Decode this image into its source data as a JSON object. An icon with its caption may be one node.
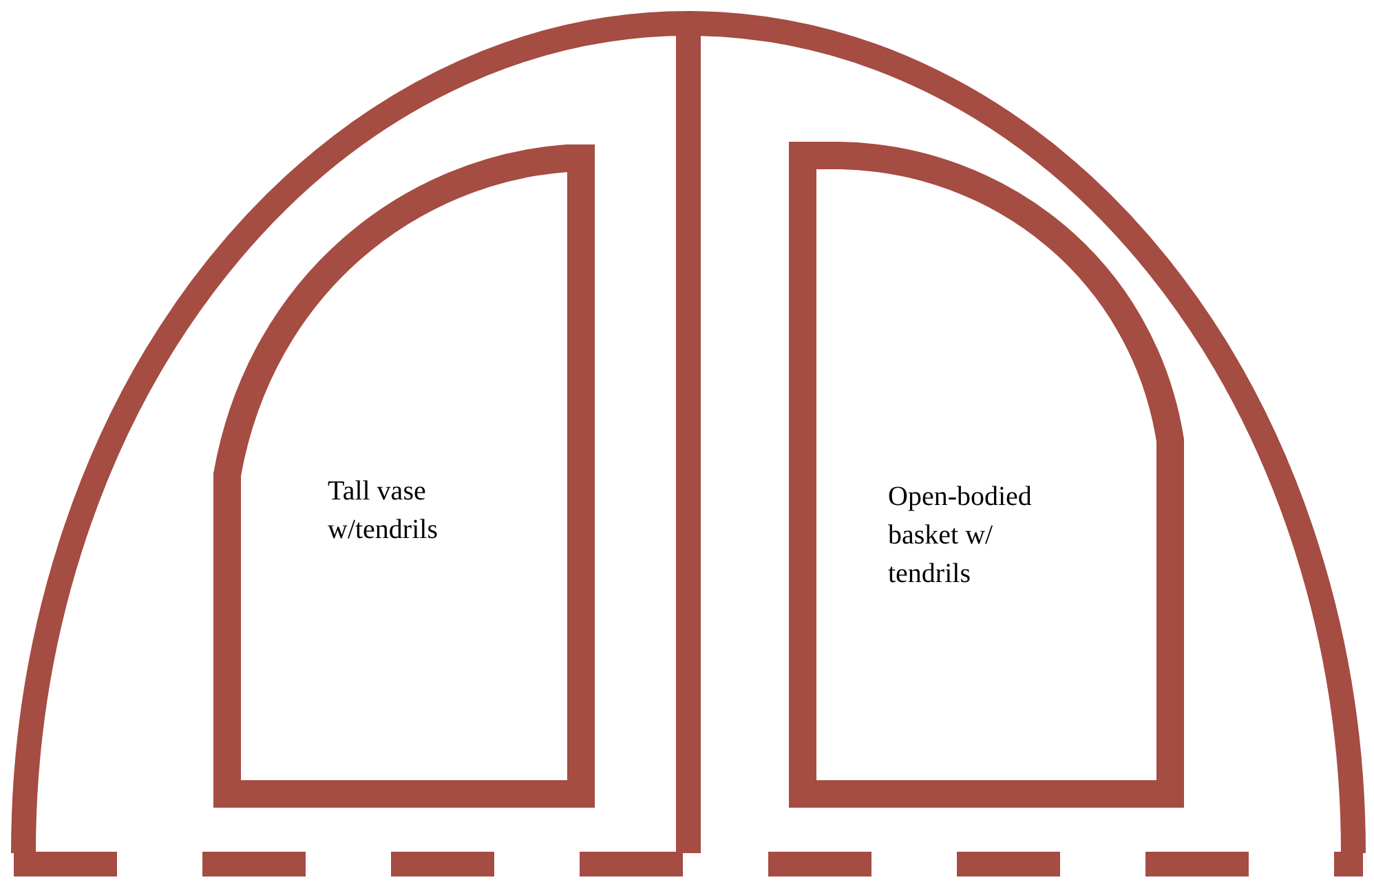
{
  "diagram": {
    "nodes": [
      {
        "text": [],
        "shape": "arch"
      },
      {
        "text": [
          "Tall vase w/tendrils"
        ],
        "in": 0
      },
      {
        "text": [
          "Open-bodied basket w/ tendrils"
        ],
        "in": 0
      }
    ]
  }
}
